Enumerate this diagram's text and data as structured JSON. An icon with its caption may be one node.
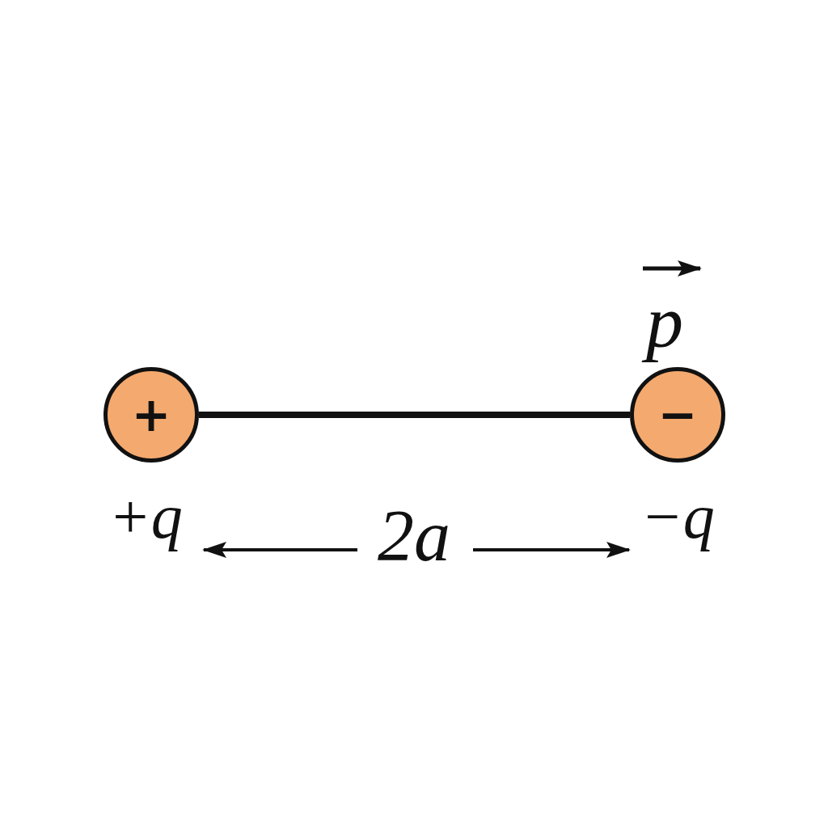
{
  "diagram": {
    "nodes": [
      {
        "text": [
          "+"
        ],
        "beside": [
          "+q"
        ]
      },
      {
        "text": [
          "−"
        ],
        "beside": [
          "−q"
        ]
      }
    ],
    "edges": [
      {
        "from": 0,
        "to": 1,
        "arrow": "none"
      }
    ],
    "labels": [
      "p",
      "2a"
    ]
  }
}
